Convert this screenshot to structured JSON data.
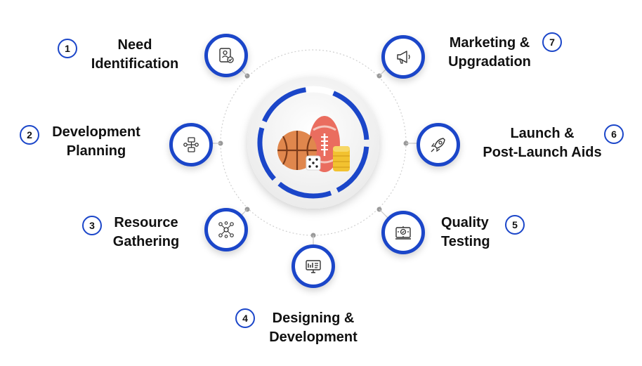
{
  "steps": [
    {
      "number": "1",
      "line1": "Need",
      "line2": "Identification",
      "icon": "identification-icon"
    },
    {
      "number": "2",
      "line1": "Development",
      "line2": "Planning",
      "icon": "planning-flowchart-icon"
    },
    {
      "number": "3",
      "line1": "Resource",
      "line2": "Gathering",
      "icon": "resource-network-icon"
    },
    {
      "number": "4",
      "line1": "Designing &",
      "line2": "Development",
      "icon": "monitor-design-icon"
    },
    {
      "number": "5",
      "line1": "Quality",
      "line2": "Testing",
      "icon": "quality-testing-icon"
    },
    {
      "number": "6",
      "line1": "Launch &",
      "line2": "Post-Launch Aids",
      "icon": "rocket-icon"
    },
    {
      "number": "7",
      "line1": "Marketing &",
      "line2": "Upgradation",
      "icon": "megaphone-icon"
    }
  ],
  "center": {
    "icon": "sports-balls-icon"
  },
  "colors": {
    "accent": "#1b46c9",
    "ring": "#c9c9c9"
  }
}
